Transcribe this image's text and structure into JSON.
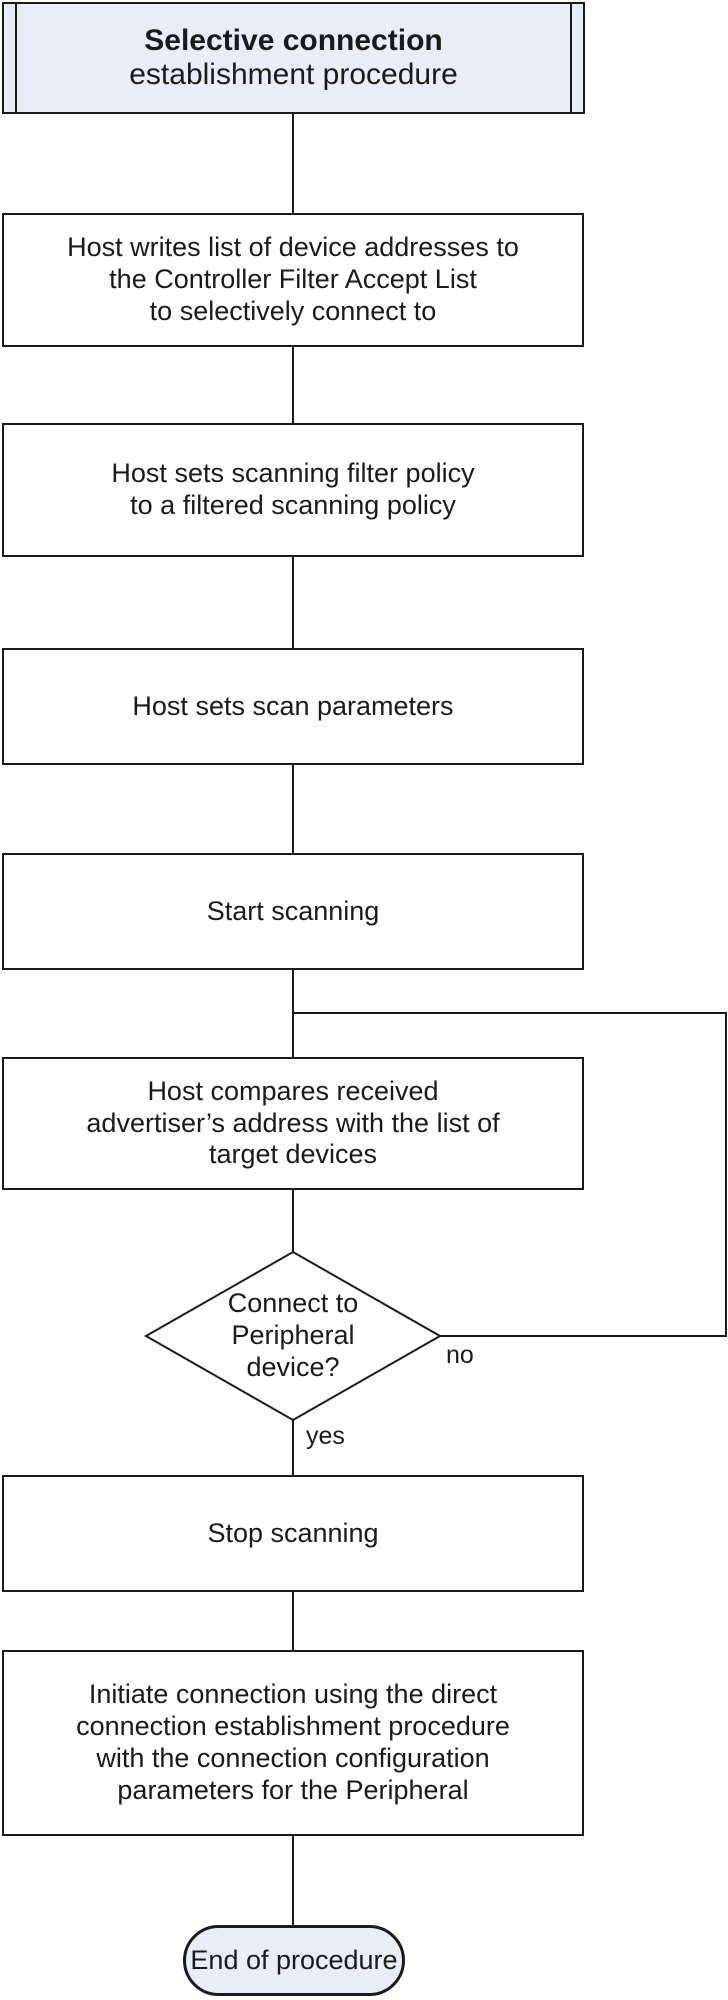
{
  "flowchart": {
    "title": {
      "line1": "Selective connection",
      "line2": "establishment procedure"
    },
    "nodes": {
      "write_list": "Host writes list of device addresses to\nthe Controller Filter Accept List\nto selectively connect to",
      "set_filter_policy": "Host sets scanning filter policy\nto a filtered scanning policy",
      "set_scan_params": "Host sets scan parameters",
      "start_scanning": "Start scanning",
      "compare_address": "Host compares received\nadvertiser’s address with the list of\ntarget devices",
      "decision_connect": "Connect to\nPeripheral\ndevice?",
      "stop_scanning": "Stop scanning",
      "initiate_connection": "Initiate connection using the direct\nconnection establishment procedure\nwith the connection configuration\nparameters for the Peripheral",
      "end": "End of procedure"
    },
    "edge_labels": {
      "no": "no",
      "yes": "yes"
    },
    "colors": {
      "line": "#1a1a1a",
      "node_fill": "#e8edf7",
      "terminator_fill": "#e8edf7",
      "process_fill": "#ffffff",
      "text": "#1a1a1a"
    }
  }
}
